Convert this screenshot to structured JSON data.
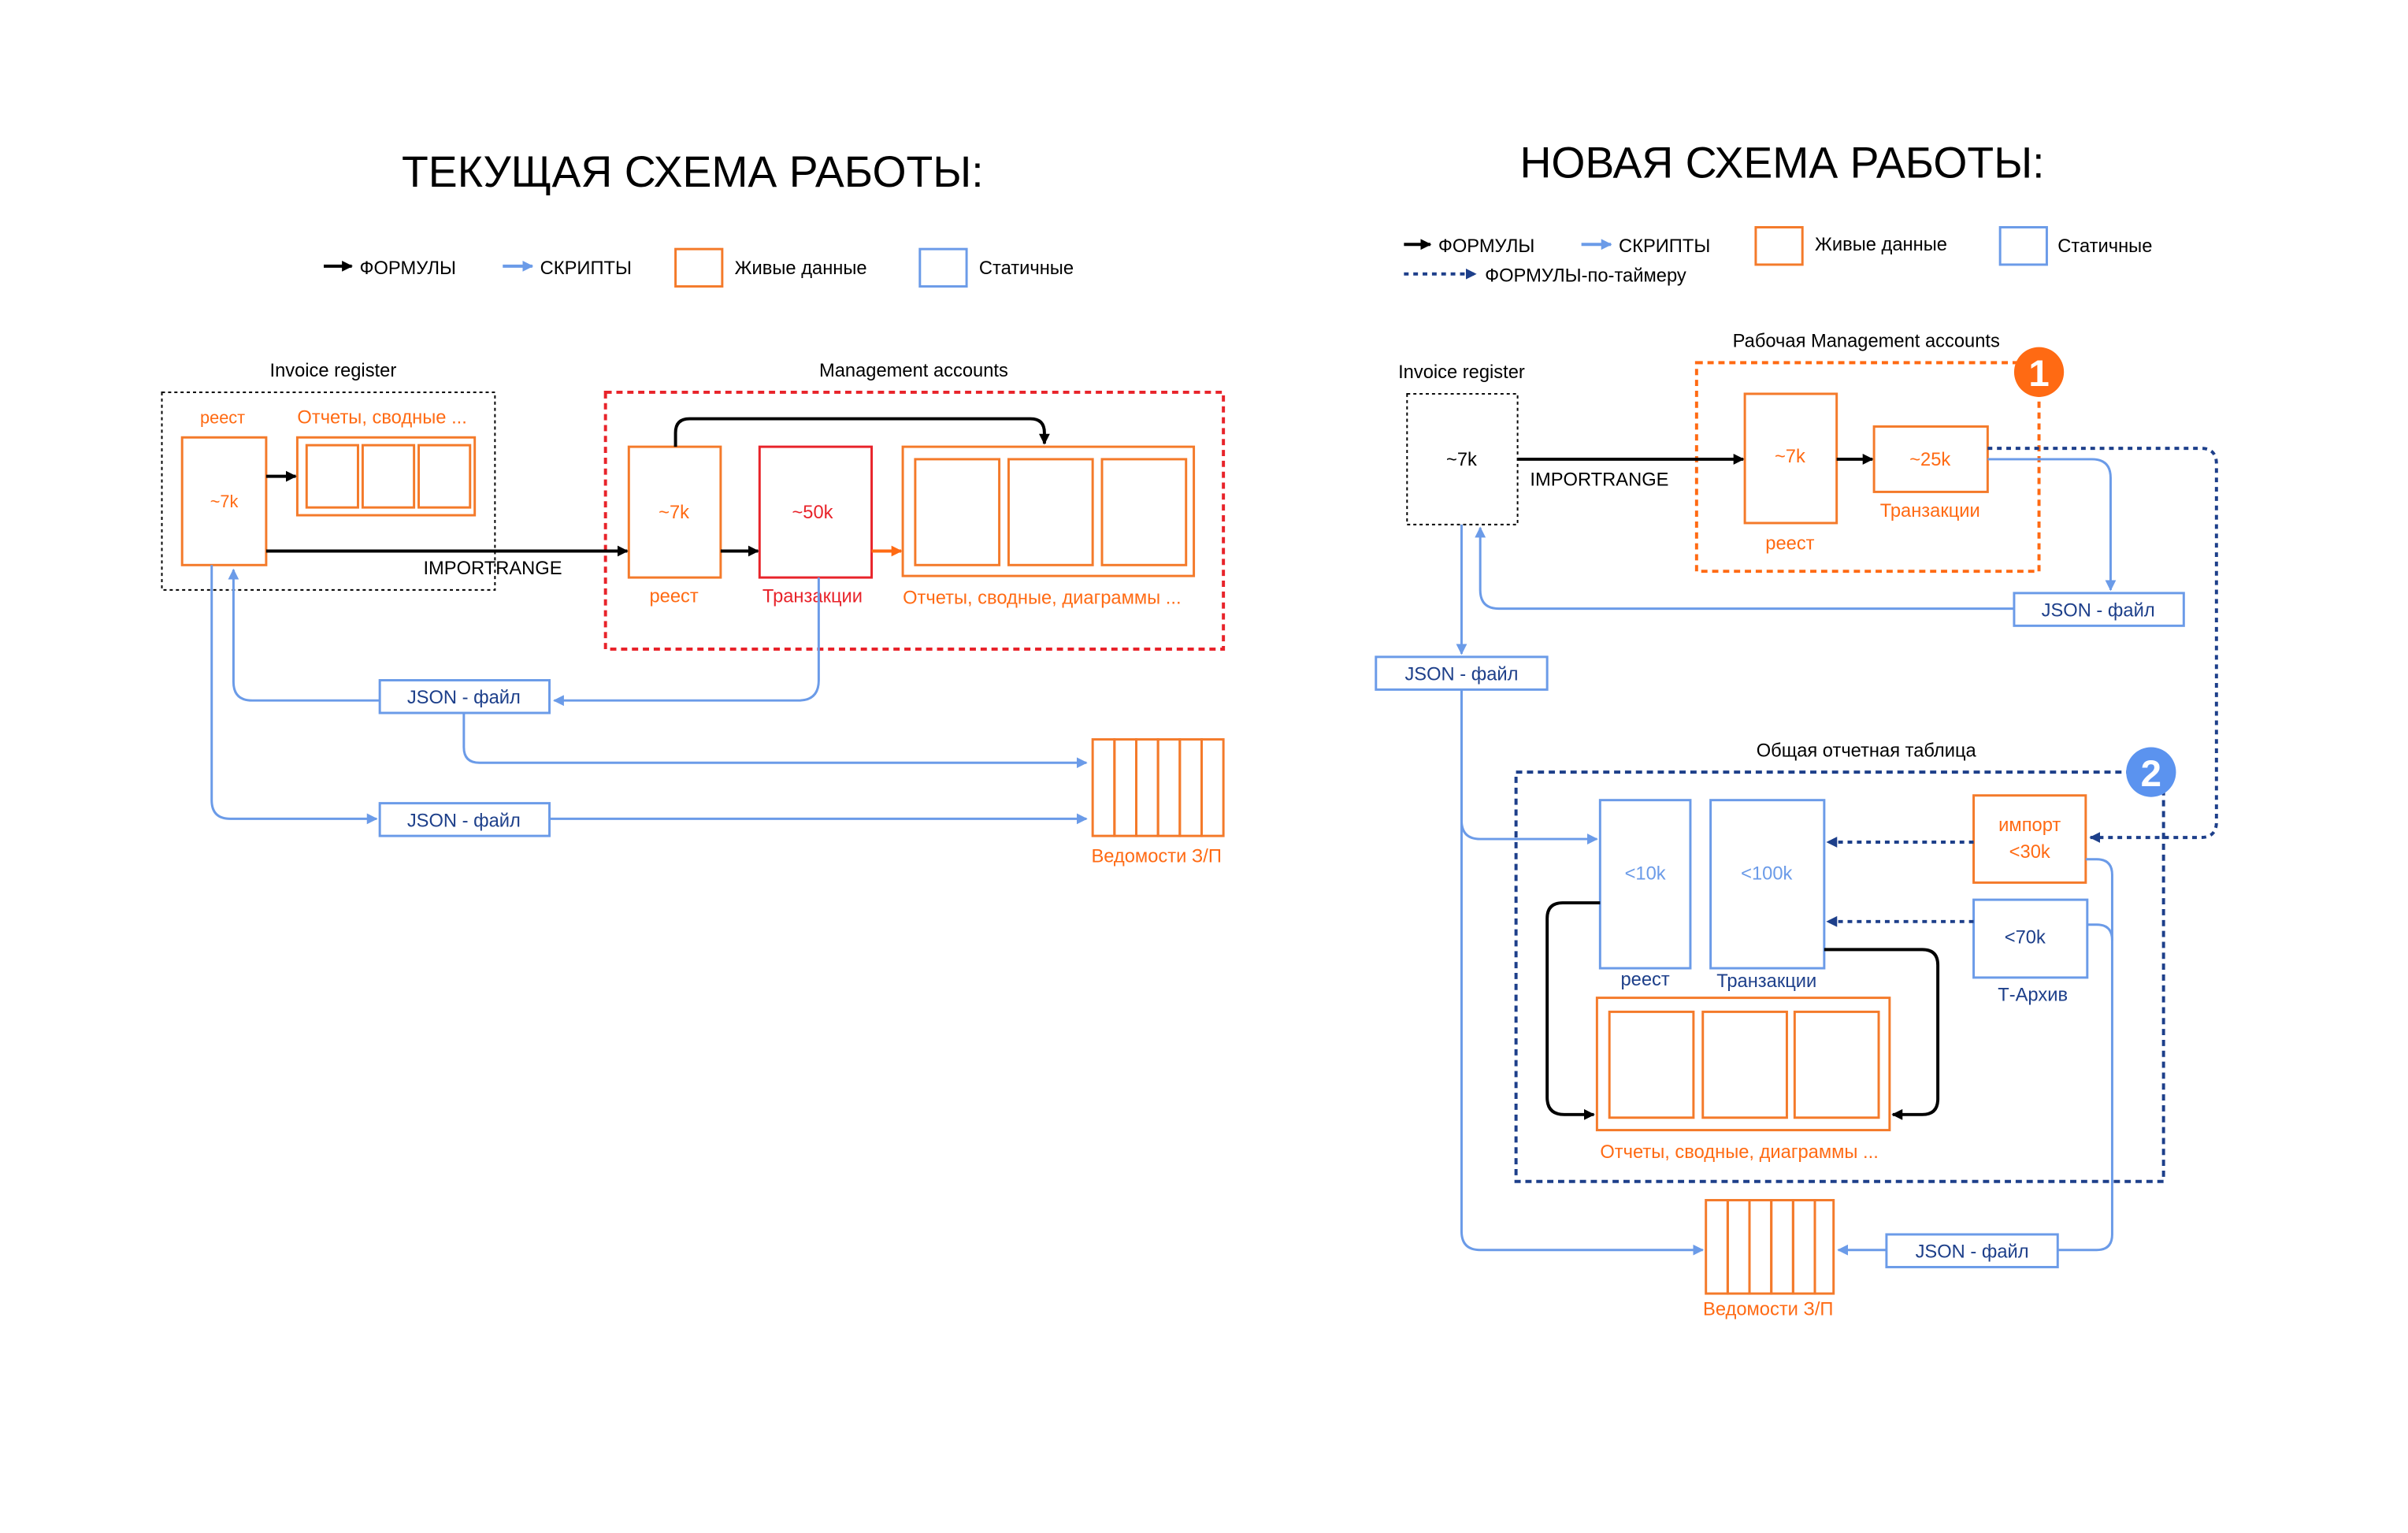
{
  "colors": {
    "orange": "#ff6a13",
    "orange_box": "#f47a2a",
    "blue": "#6b9be8",
    "blue_dark": "#1d3f8a",
    "blue_badge": "#5b93ef",
    "red": "#e8232a",
    "black": "#000000"
  },
  "current": {
    "title": "ТЕКУЩАЯ СХЕМА РАБОТЫ:",
    "legend": {
      "formulas": "ФОРМУЛЫ",
      "scripts": "СКРИПТЫ",
      "live": "Живые данные",
      "static": "Статичные"
    },
    "invoice_register": {
      "title": "Invoice register",
      "reestr_label": "реест",
      "reestr_value": "~7k",
      "reports_label": "Отчеты, сводные ..."
    },
    "management": {
      "title": "Management accounts",
      "reestr_value": "~7k",
      "reestr_label": "реест",
      "trans_value": "~50k",
      "trans_label": "Транзакции",
      "reports_label": "Отчеты, сводные, диаграммы ..."
    },
    "importrange": "IMPORTRANGE",
    "json1": "JSON - файл",
    "json2": "JSON - файл",
    "payroll": "Ведомости З/П"
  },
  "new": {
    "title": "НОВАЯ СХЕМА РАБОТЫ:",
    "legend": {
      "formulas": "ФОРМУЛЫ",
      "scripts": "СКРИПТЫ",
      "live": "Живые данные",
      "static": "Статичные",
      "timer": "ФОРМУЛЫ-по-таймеру"
    },
    "invoice_register": {
      "title": "Invoice register",
      "value": "~7k"
    },
    "importrange": "IMPORTRANGE",
    "working_ma": {
      "title": "Рабочая Management accounts",
      "badge": "1",
      "reestr_value": "~7k",
      "reestr_label": "реест",
      "trans_value": "~25k",
      "trans_label": "Транзакции"
    },
    "json_right": "JSON - файл",
    "json_left": "JSON - файл",
    "common": {
      "title": "Общая отчетная таблица",
      "badge": "2",
      "reestr_value": "<10k",
      "reestr_label": "реест",
      "trans_value": "<100k",
      "trans_label": "Транзакции",
      "import_line1": "импорт",
      "import_line2": "<30k",
      "archive_value": "<70k",
      "archive_label": "Т-Архив",
      "reports_label": "Отчеты, сводные, диаграммы ..."
    },
    "json_bottom": "JSON - файл",
    "payroll": "Ведомости З/П"
  }
}
